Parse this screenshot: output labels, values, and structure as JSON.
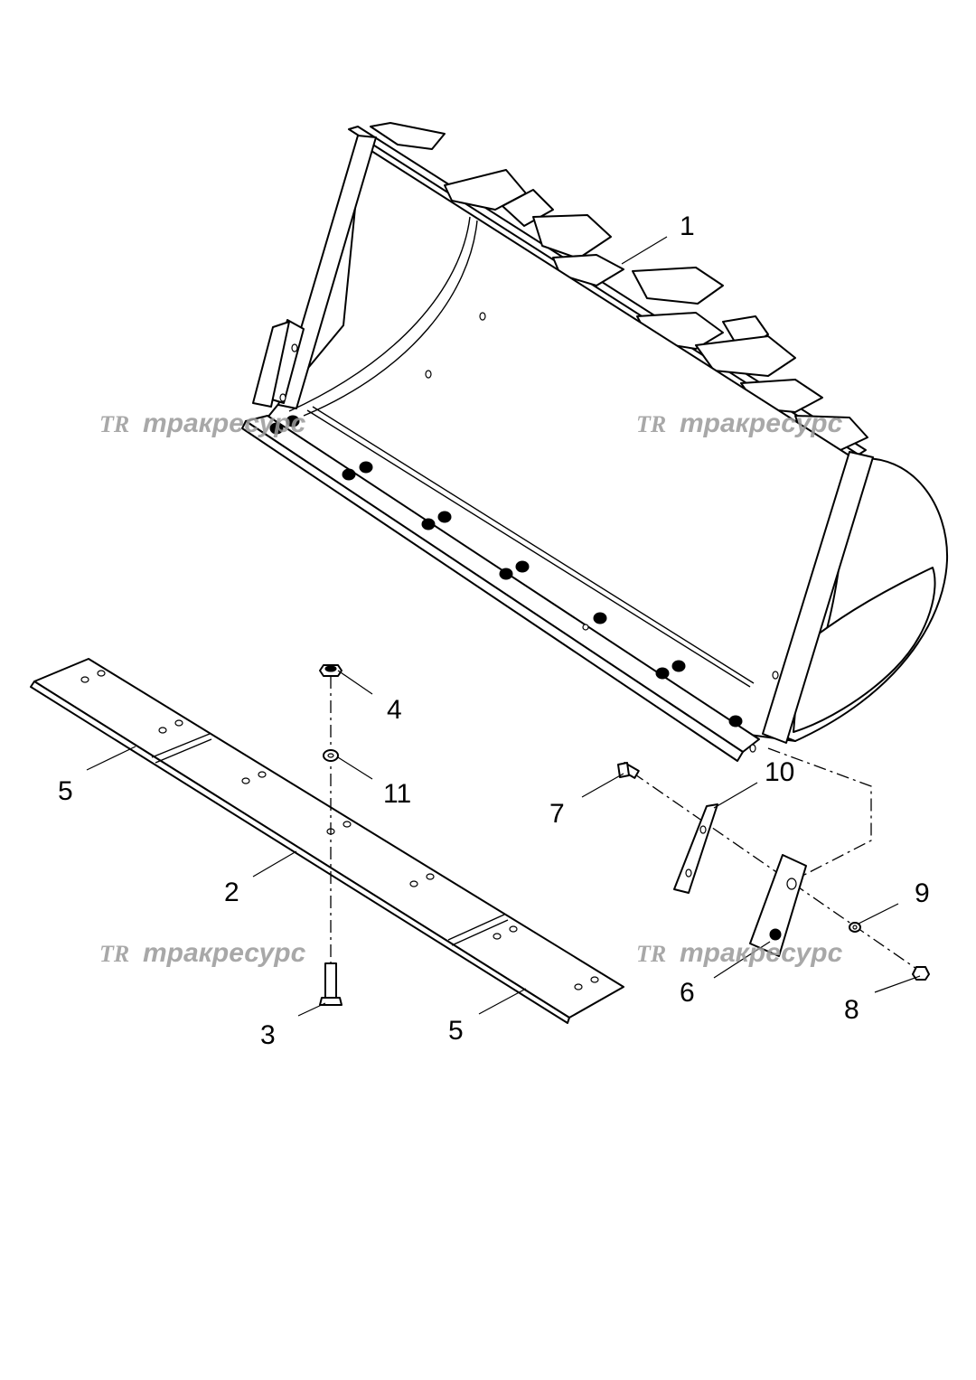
{
  "watermark": {
    "logo": "TR",
    "text": "тракресурс"
  },
  "callouts": [
    {
      "id": "bucket",
      "label": "1"
    },
    {
      "id": "cutting-edge",
      "label": "2"
    },
    {
      "id": "bolt",
      "label": "3"
    },
    {
      "id": "nut",
      "label": "4"
    },
    {
      "id": "edge-segment-left",
      "label": "5"
    },
    {
      "id": "edge-segment-right",
      "label": "5"
    },
    {
      "id": "side-cutter",
      "label": "6"
    },
    {
      "id": "side-bolt",
      "label": "7"
    },
    {
      "id": "side-nut",
      "label": "8"
    },
    {
      "id": "side-washer",
      "label": "9"
    },
    {
      "id": "shim",
      "label": "10"
    },
    {
      "id": "washer",
      "label": "11"
    }
  ]
}
